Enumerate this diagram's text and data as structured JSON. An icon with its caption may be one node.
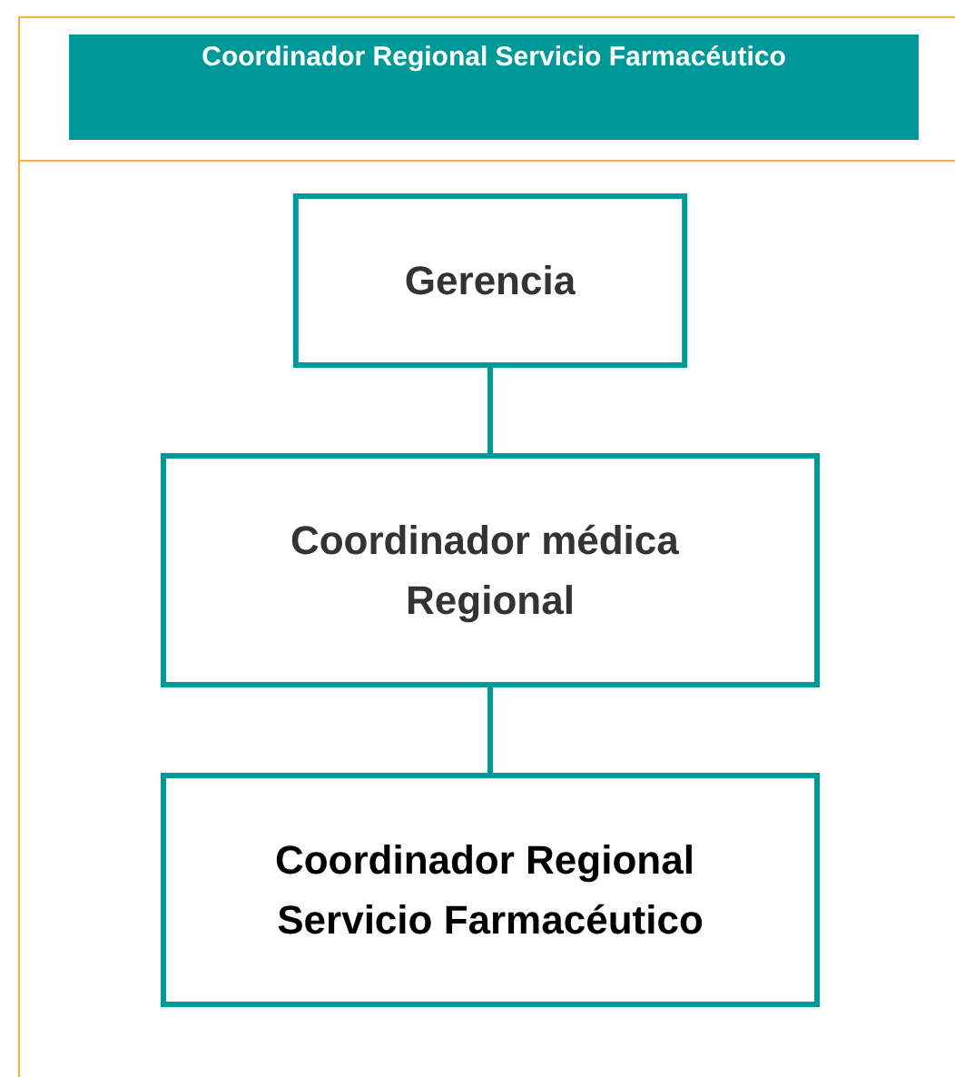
{
  "diagram": {
    "title": "Coordinador Regional Servicio Farmacéutico",
    "nodes": [
      {
        "text": [
          "Gerencia"
        ]
      },
      {
        "text": [
          "Coordinador médica Regional"
        ]
      },
      {
        "text": [
          "Coordinador Regional Servicio Farmacéutico"
        ]
      }
    ],
    "edges": [
      {
        "from": 0,
        "to": 1,
        "arrow": "none"
      },
      {
        "from": 1,
        "to": 2,
        "arrow": "none"
      }
    ]
  }
}
